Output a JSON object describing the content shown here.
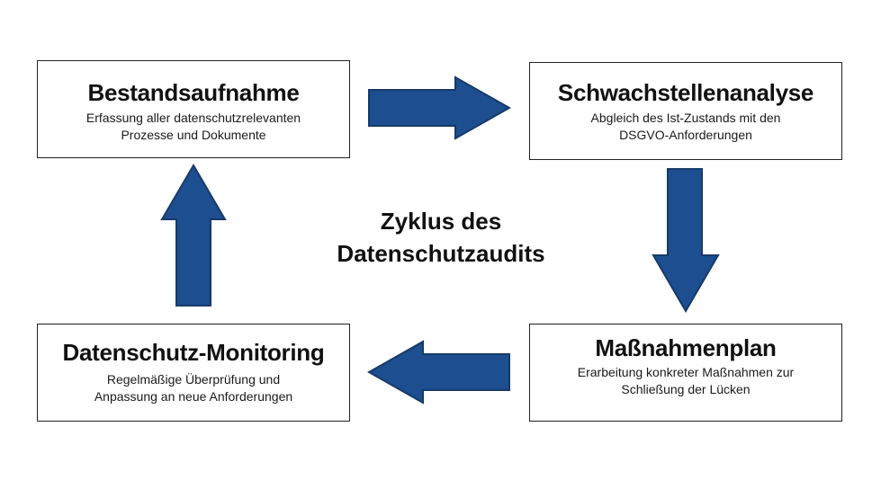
{
  "center": {
    "line1": "Zyklus des",
    "line2": "Datenschutzaudits"
  },
  "boxes": {
    "bestandsaufnahme": {
      "title": "Bestandsaufnahme",
      "desc_line1": "Erfassung aller datenschutzrelevanten",
      "desc_line2": "Prozesse und Dokumente"
    },
    "schwachstellenanalyse": {
      "title": "Schwachstellenanalyse",
      "desc_line1": "Abgleich des Ist-Zustands mit den",
      "desc_line2": "DSGVO-Anforderungen"
    },
    "massnahmenplan": {
      "title": "Maßnahmenplan",
      "desc_line1": "Erarbeitung konkreter Maßnahmen zur",
      "desc_line2": "Schließung der Lücken"
    },
    "monitoring": {
      "title": "Datenschutz-Monitoring",
      "desc_line1": "Regelmäßige Überprüfung und",
      "desc_line2": "Anpassung an neue Anforderungen"
    }
  },
  "colors": {
    "arrow_fill": "#1d4e8f",
    "arrow_stroke": "#163a6b",
    "border": "#222222"
  },
  "arrows": [
    "arrow-right-icon",
    "arrow-down-icon",
    "arrow-left-icon",
    "arrow-up-icon"
  ]
}
